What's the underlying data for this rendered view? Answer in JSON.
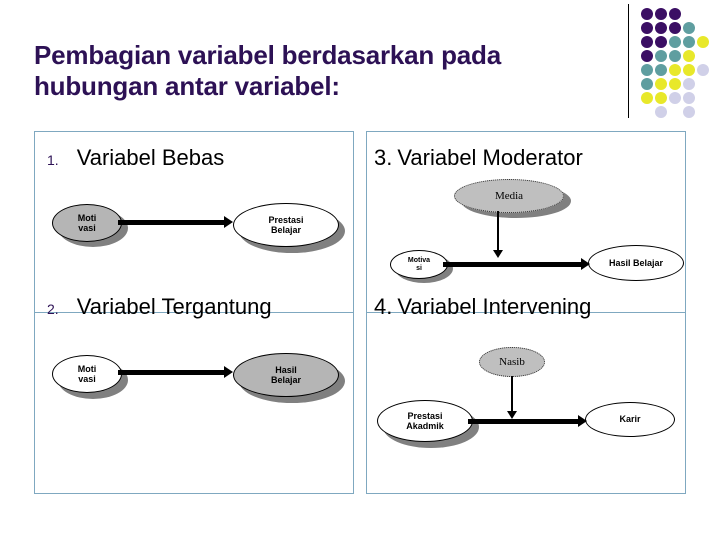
{
  "slide": {
    "title_lines": [
      "Pembagian variabel berdasarkan pada",
      "hubungan antar variabel:"
    ],
    "title_color": "#2d1155",
    "background": "#ffffff",
    "panel_border_color": "#7fa8c0"
  },
  "decor": {
    "name": "dot-grid-decoration",
    "colors": {
      "purple": "#3b0f64",
      "teal": "#5f9ea0",
      "yellow": "#e8e82a",
      "lavender": "#d0d0e8"
    },
    "dots": [
      {
        "col": 0,
        "row": 0,
        "color": "#3b0f64"
      },
      {
        "col": 1,
        "row": 0,
        "color": "#3b0f64"
      },
      {
        "col": 2,
        "row": 0,
        "color": "#3b0f64"
      },
      {
        "col": 0,
        "row": 1,
        "color": "#3b0f64"
      },
      {
        "col": 1,
        "row": 1,
        "color": "#3b0f64"
      },
      {
        "col": 2,
        "row": 1,
        "color": "#3b0f64"
      },
      {
        "col": 3,
        "row": 1,
        "color": "#5f9ea0"
      },
      {
        "col": 0,
        "row": 2,
        "color": "#3b0f64"
      },
      {
        "col": 1,
        "row": 2,
        "color": "#3b0f64"
      },
      {
        "col": 2,
        "row": 2,
        "color": "#5f9ea0"
      },
      {
        "col": 3,
        "row": 2,
        "color": "#5f9ea0"
      },
      {
        "col": 4,
        "row": 2,
        "color": "#e8e82a"
      },
      {
        "col": 0,
        "row": 3,
        "color": "#3b0f64"
      },
      {
        "col": 1,
        "row": 3,
        "color": "#5f9ea0"
      },
      {
        "col": 2,
        "row": 3,
        "color": "#5f9ea0"
      },
      {
        "col": 3,
        "row": 3,
        "color": "#e8e82a"
      },
      {
        "col": 0,
        "row": 4,
        "color": "#5f9ea0"
      },
      {
        "col": 1,
        "row": 4,
        "color": "#5f9ea0"
      },
      {
        "col": 2,
        "row": 4,
        "color": "#e8e82a"
      },
      {
        "col": 3,
        "row": 4,
        "color": "#e8e82a"
      },
      {
        "col": 4,
        "row": 4,
        "color": "#d0d0e8"
      },
      {
        "col": 0,
        "row": 5,
        "color": "#5f9ea0"
      },
      {
        "col": 1,
        "row": 5,
        "color": "#e8e82a"
      },
      {
        "col": 2,
        "row": 5,
        "color": "#e8e82a"
      },
      {
        "col": 3,
        "row": 5,
        "color": "#d0d0e8"
      },
      {
        "col": 0,
        "row": 6,
        "color": "#e8e82a"
      },
      {
        "col": 1,
        "row": 6,
        "color": "#e8e82a"
      },
      {
        "col": 2,
        "row": 6,
        "color": "#d0d0e8"
      },
      {
        "col": 3,
        "row": 6,
        "color": "#d0d0e8"
      },
      {
        "col": 1,
        "row": 7,
        "color": "#d0d0e8"
      },
      {
        "col": 3,
        "row": 7,
        "color": "#d0d0e8"
      }
    ]
  },
  "panels": [
    {
      "id": "variabel-bebas",
      "number": "1.",
      "label": "Variabel Bebas",
      "nodes": [
        {
          "name": "motivasi",
          "text_lines": [
            "Moti",
            "vasi"
          ],
          "fill": "gray"
        },
        {
          "name": "prestasi-belajar",
          "text_lines": [
            "Prestasi",
            "Belajar"
          ],
          "fill": "white"
        }
      ]
    },
    {
      "id": "variabel-tergantung",
      "number": "2.",
      "label": "Variabel Tergantung",
      "nodes": [
        {
          "name": "motivasi",
          "text_lines": [
            "Moti",
            "vasi"
          ],
          "fill": "white"
        },
        {
          "name": "hasil-belajar",
          "text_lines": [
            "Hasil",
            "Belajar"
          ],
          "fill": "gray"
        }
      ]
    },
    {
      "id": "variabel-moderator",
      "number": "3.",
      "label": "Variabel Moderator",
      "nodes": [
        {
          "name": "media",
          "text_lines": [
            "Media"
          ],
          "fill": "dotted-gray"
        },
        {
          "name": "motivasi",
          "text_lines": [
            "Motiva",
            "si"
          ],
          "fill": "white"
        },
        {
          "name": "hasil-belajar",
          "text_lines": [
            "Hasil Belajar"
          ],
          "fill": "white"
        }
      ]
    },
    {
      "id": "variabel-intervening",
      "number": "4.",
      "label": "Variabel Intervening",
      "nodes": [
        {
          "name": "nasib",
          "text_lines": [
            "Nasib"
          ],
          "fill": "dotted-gray"
        },
        {
          "name": "prestasi-akadmik",
          "text_lines": [
            "Prestasi",
            "Akadmik"
          ],
          "fill": "white"
        },
        {
          "name": "karir",
          "text_lines": [
            "Karir"
          ],
          "fill": "white"
        }
      ]
    }
  ],
  "text": {
    "p1_num": "1.",
    "p1_label": "Variabel Bebas",
    "p1_n1_l1": "Moti",
    "p1_n1_l2": "vasi",
    "p1_n2_l1": "Prestasi",
    "p1_n2_l2": "Belajar",
    "p2_num": "2.",
    "p2_label": "Variabel Tergantung",
    "p2_n1_l1": "Moti",
    "p2_n1_l2": "vasi",
    "p2_n2_l1": "Hasil",
    "p2_n2_l2": "Belajar",
    "p3_num": "3.",
    "p3_label": "Variabel Moderator",
    "p3_media": "Media",
    "p3_n1_l1": "Motiva",
    "p3_n1_l2": "si",
    "p3_n2": "Hasil Belajar",
    "p4_num": "4.",
    "p4_label": "Variabel Intervening",
    "p4_nasib": "Nasib",
    "p4_n1_l1": "Prestasi",
    "p4_n1_l2": "Akadmik",
    "p4_n2": "Karir",
    "title_l1": "Pembagian variabel berdasarkan pada",
    "title_l2": "hubungan antar variabel:"
  }
}
